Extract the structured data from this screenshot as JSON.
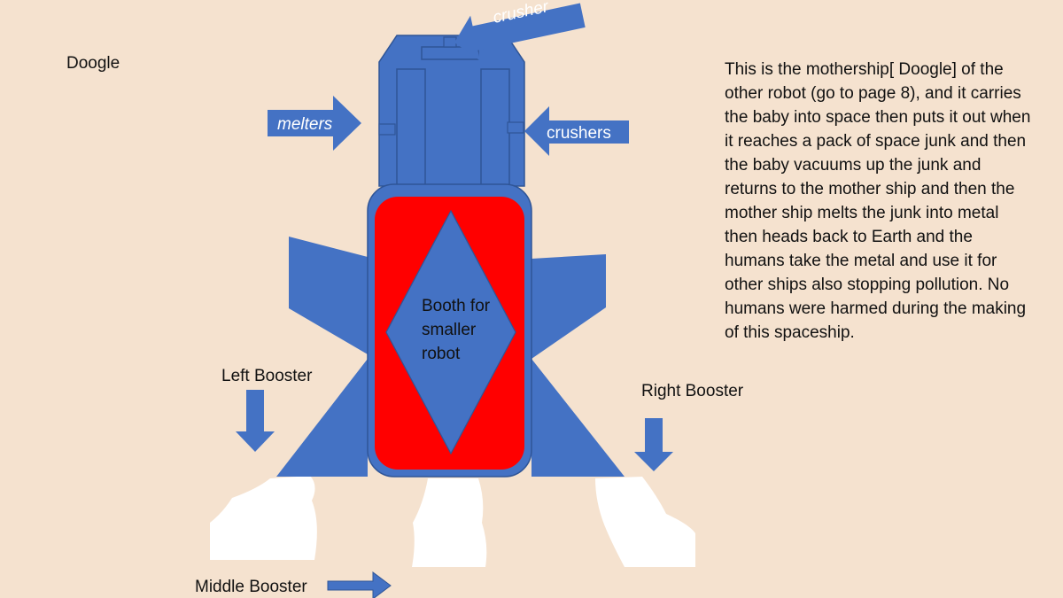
{
  "title": "Doogle",
  "description": "This is the mothership[ Doogle] of the other robot (go to page 8), and it carries the baby into space then puts it out when it reaches a pack of space junk and then the baby vacuums up the junk and returns to the mother ship and then the mother ship melts the junk into metal  then heads back to Earth and the humans take the metal and use it for other ships also stopping pollution. No humans were harmed during the making of this spaceship.",
  "labels": {
    "crusher": "crusher",
    "melters": "melters",
    "crushers": "crushers",
    "booth_line1": "Booth for",
    "booth_line2": "smaller",
    "booth_line3": "robot",
    "left_booster": "Left Booster",
    "right_booster": "Right Booster",
    "middle_booster": "Middle Booster"
  },
  "colors": {
    "background": "#F5E2CF",
    "ship_blue": "#4472C4",
    "ship_outline": "#2F5597",
    "booth_red": "#FF0000",
    "exhaust": "#FFFFFF"
  }
}
